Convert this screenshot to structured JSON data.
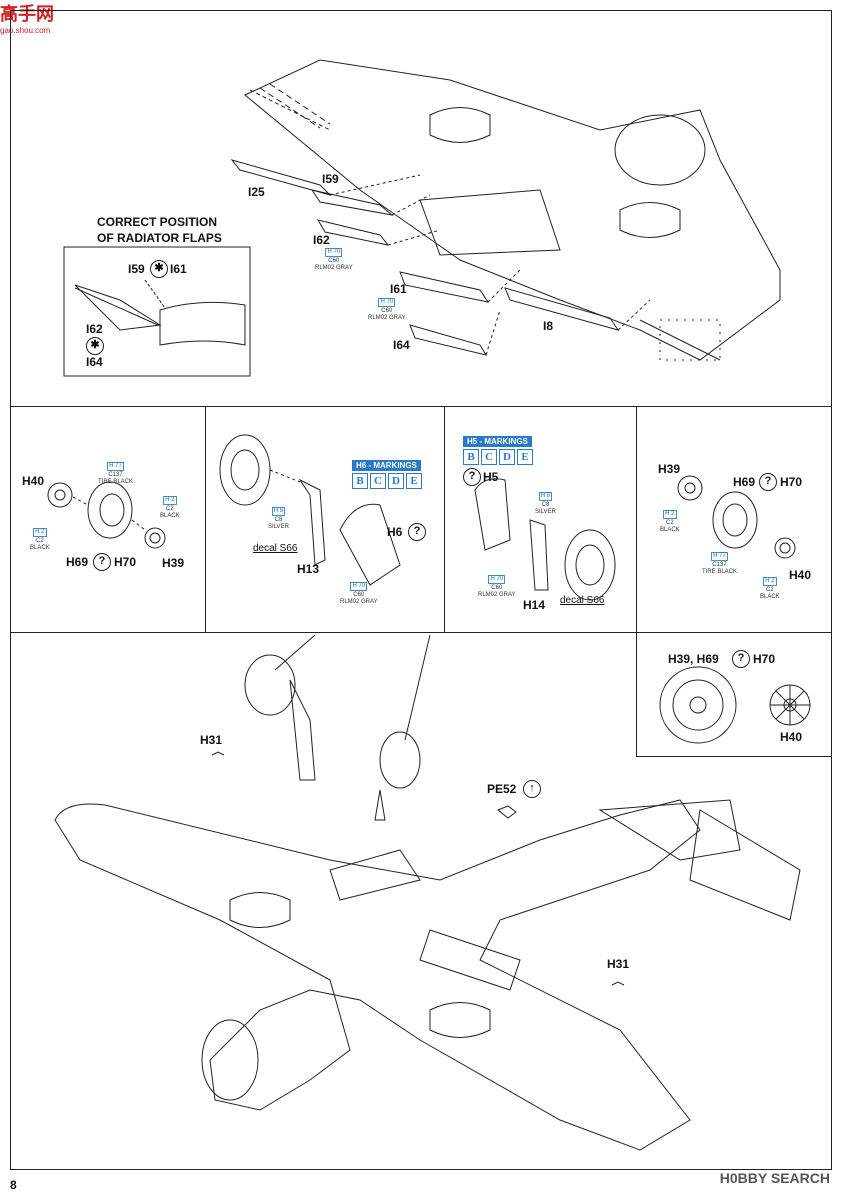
{
  "watermark_top": {
    "main": "高手网",
    "sub": "gao.shou.com"
  },
  "watermark_bottom": "H0BBY SEARCH",
  "page_number": "8",
  "radiator": {
    "title_line1": "CORRECT POSITION",
    "title_line2": "OF RADIATOR FLAPS",
    "parts": {
      "i59": "I59",
      "i61": "I61",
      "i62": "I62",
      "i64": "I64"
    }
  },
  "top_parts": {
    "i25": "I25",
    "i59": "I59",
    "i62": "I62",
    "i61": "I61",
    "i64": "I64",
    "i8": "I8"
  },
  "top_paints": [
    {
      "code": "H 70",
      "name": "C60",
      "color": "RLM02 GRAY"
    },
    {
      "code": "H 70",
      "name": "C60",
      "color": "RLM02 GRAY"
    }
  ],
  "panel1": {
    "h40": "H40",
    "h69": "H69",
    "h70": "H70",
    "h39": "H39",
    "paint_tire": {
      "code": "H 77",
      "name": "C137",
      "color": "TIRE BLACK"
    },
    "paint_c2a": {
      "code": "H 2",
      "name": "C2",
      "color": "BLACK"
    },
    "paint_c2b": {
      "code": "H 2",
      "name": "C2",
      "color": "BLACK"
    }
  },
  "panel2": {
    "markings_title": "H6 - MARKINGS",
    "markings": [
      "B",
      "C",
      "D",
      "E"
    ],
    "h6": "H6",
    "h13": "H13",
    "decal": "decal S66",
    "paint_silver": {
      "code": "H 8",
      "name": "C8",
      "color": "SILVER"
    },
    "paint_gray": {
      "code": "H 70",
      "name": "C60",
      "color": "RLM02 GRAY"
    }
  },
  "panel3": {
    "markings_title": "H5 - MARKINGS",
    "markings": [
      "B",
      "C",
      "D",
      "E"
    ],
    "h5": "H5",
    "h14": "H14",
    "decal": "decal S66",
    "paint_silver": {
      "code": "H 8",
      "name": "C8",
      "color": "SILVER"
    },
    "paint_gray": {
      "code": "H 70",
      "name": "C60",
      "color": "RLM02 GRAY"
    }
  },
  "panel4": {
    "h39": "H39",
    "h69": "H69",
    "h70": "H70",
    "h40": "H40",
    "paint_c2a": {
      "code": "H 2",
      "name": "C2",
      "color": "BLACK"
    },
    "paint_tire": {
      "code": "H 77",
      "name": "C137",
      "color": "TIRE BLACK"
    },
    "paint_c2b": {
      "code": "H 2",
      "name": "C2",
      "color": "BLACK"
    }
  },
  "panel5": {
    "title": "H39, H69",
    "h70": "H70",
    "h40": "H40"
  },
  "bottom": {
    "h31a": "H31",
    "h31b": "H31",
    "pe52": "PE52"
  },
  "icons": {
    "optional": "question-circle-icon",
    "flip": "arrow-circle-icon",
    "star": "star-circle-icon"
  },
  "colors": {
    "accent": "#2a7ac8",
    "ink": "#222222"
  }
}
